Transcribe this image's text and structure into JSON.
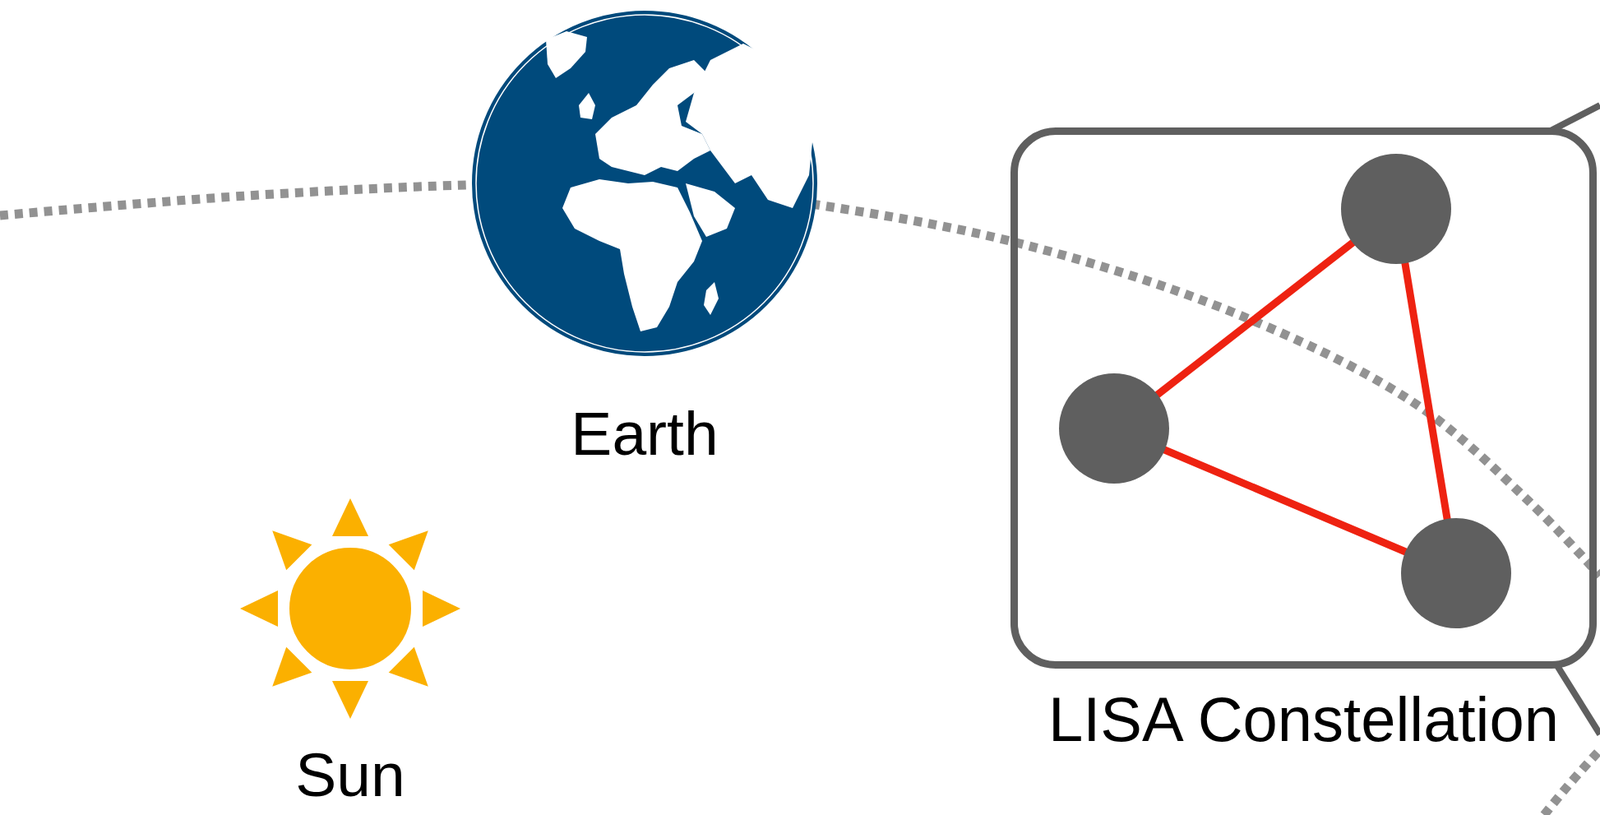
{
  "diagram": {
    "nodes": [
      {
        "text": [
          "LISA Constellation"
        ]
      }
    ],
    "labels": [
      "Earth",
      "Sun"
    ]
  }
}
